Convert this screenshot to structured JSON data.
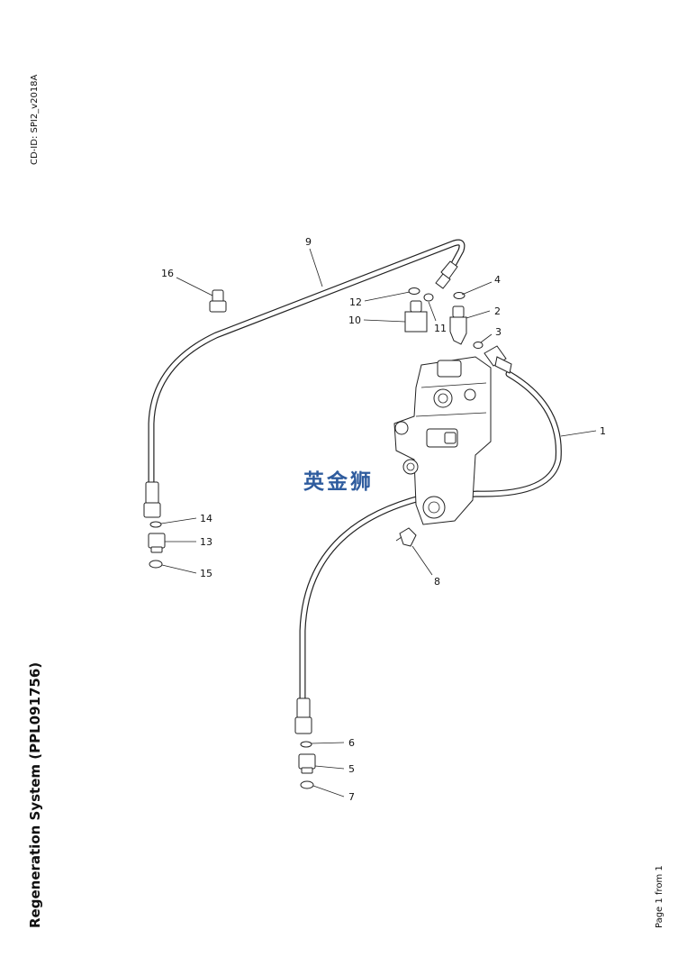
{
  "document": {
    "cd_id": "CD-ID: SPI2_v2018A",
    "title": "Regeneration System (PPL091756)",
    "page": "Page 1 from 1",
    "watermark": "英金狮"
  },
  "callouts": [
    {
      "id": "1",
      "label": "1"
    },
    {
      "id": "2",
      "label": "2"
    },
    {
      "id": "3",
      "label": "3"
    },
    {
      "id": "4",
      "label": "4"
    },
    {
      "id": "5",
      "label": "5"
    },
    {
      "id": "6",
      "label": "6"
    },
    {
      "id": "7",
      "label": "7"
    },
    {
      "id": "8",
      "label": "8"
    },
    {
      "id": "9",
      "label": "9"
    },
    {
      "id": "10",
      "label": "10"
    },
    {
      "id": "11",
      "label": "11"
    },
    {
      "id": "12",
      "label": "12"
    },
    {
      "id": "13",
      "label": "13"
    },
    {
      "id": "14",
      "label": "14"
    },
    {
      "id": "15",
      "label": "15"
    },
    {
      "id": "16",
      "label": "16"
    }
  ]
}
